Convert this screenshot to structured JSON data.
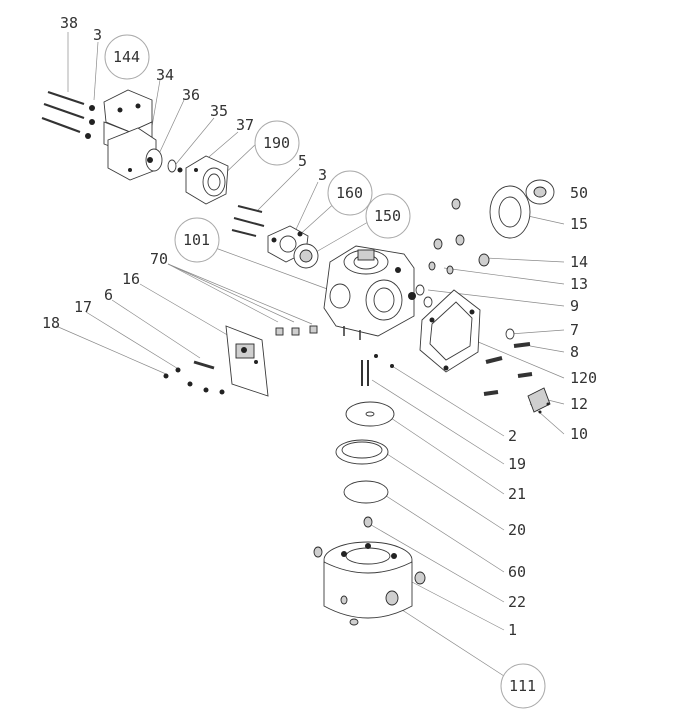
{
  "labels": [
    {
      "id": "38",
      "text": "38"
    },
    {
      "id": "3a",
      "text": "3"
    },
    {
      "id": "144",
      "text": "144"
    },
    {
      "id": "34",
      "text": "34"
    },
    {
      "id": "36",
      "text": "36"
    },
    {
      "id": "35",
      "text": "35"
    },
    {
      "id": "37",
      "text": "37"
    },
    {
      "id": "190",
      "text": "190"
    },
    {
      "id": "5",
      "text": "5"
    },
    {
      "id": "3b",
      "text": "3"
    },
    {
      "id": "160",
      "text": "160"
    },
    {
      "id": "150",
      "text": "150"
    },
    {
      "id": "101",
      "text": "101"
    },
    {
      "id": "50",
      "text": "50"
    },
    {
      "id": "15",
      "text": "15"
    },
    {
      "id": "14",
      "text": "14"
    },
    {
      "id": "13",
      "text": "13"
    },
    {
      "id": "9",
      "text": "9"
    },
    {
      "id": "7",
      "text": "7"
    },
    {
      "id": "8",
      "text": "8"
    },
    {
      "id": "120",
      "text": "120"
    },
    {
      "id": "12",
      "text": "12"
    },
    {
      "id": "10",
      "text": "10"
    },
    {
      "id": "2",
      "text": "2"
    },
    {
      "id": "19",
      "text": "19"
    },
    {
      "id": "21",
      "text": "21"
    },
    {
      "id": "20",
      "text": "20"
    },
    {
      "id": "60",
      "text": "60"
    },
    {
      "id": "22",
      "text": "22"
    },
    {
      "id": "1",
      "text": "1"
    },
    {
      "id": "111",
      "text": "111"
    },
    {
      "id": "70",
      "text": "70"
    },
    {
      "id": "16",
      "text": "16"
    },
    {
      "id": "6",
      "text": "6"
    },
    {
      "id": "17",
      "text": "17"
    },
    {
      "id": "18",
      "text": "18"
    }
  ]
}
